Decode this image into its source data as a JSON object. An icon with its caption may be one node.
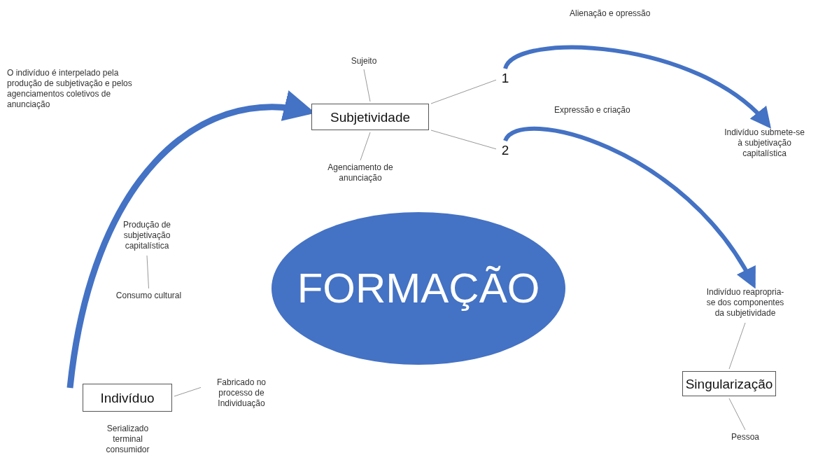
{
  "diagram": {
    "nodes": [
      {
        "text": [
          "Subjetividade"
        ]
      },
      {
        "text": [
          "Sujeito"
        ]
      },
      {
        "text": [
          "Agenciamento de anunciação"
        ]
      },
      {
        "text": [
          "1"
        ]
      },
      {
        "text": [
          "2"
        ]
      },
      {
        "text": [
          "Indivíduo submete-se à subjetivação capitalística"
        ]
      },
      {
        "text": [
          "Indivíduo reapropria-se dos componentes da subjetividade"
        ]
      },
      {
        "text": [
          "Singularização"
        ]
      },
      {
        "text": [
          "Pessoa"
        ]
      },
      {
        "text": [
          "FORMAÇÃO"
        ]
      },
      {
        "text": [
          "Produção de subjetivação capitalística"
        ]
      },
      {
        "text": [
          "Consumo cultural"
        ]
      },
      {
        "text": [
          "Indivíduo"
        ],
        "beside": [
          "Serializado terminal consumidor"
        ]
      },
      {
        "text": [
          "Fabricado no processo de Individuação"
        ]
      }
    ],
    "edges": [
      {
        "from": 1,
        "to": 0,
        "arrow": "none"
      },
      {
        "from": 0,
        "to": 2,
        "arrow": "none"
      },
      {
        "from": 0,
        "to": 3,
        "arrow": "none"
      },
      {
        "from": 0,
        "to": 4,
        "arrow": "none"
      },
      {
        "from": 3,
        "to": 5,
        "arrow": "to",
        "label": "Alienação e opressão",
        "style": "thick",
        "color": "#4472c4"
      },
      {
        "from": 4,
        "to": 6,
        "arrow": "to",
        "label": "Expressão e criação",
        "style": "thick",
        "color": "#4472c4"
      },
      {
        "from": 6,
        "to": 7,
        "arrow": "none"
      },
      {
        "from": 7,
        "to": 8,
        "arrow": "none"
      },
      {
        "from": 10,
        "to": 11,
        "arrow": "none"
      },
      {
        "from": 12,
        "to": 13,
        "arrow": "none"
      },
      {
        "from": 12,
        "to": 0,
        "arrow": "to",
        "style": "thick",
        "color": "#4472c4"
      }
    ],
    "labels": [
      "O indivíduo é interpelado pela produção de subjetivação e pelos agenciamentos coletivos de anunciação"
    ]
  }
}
